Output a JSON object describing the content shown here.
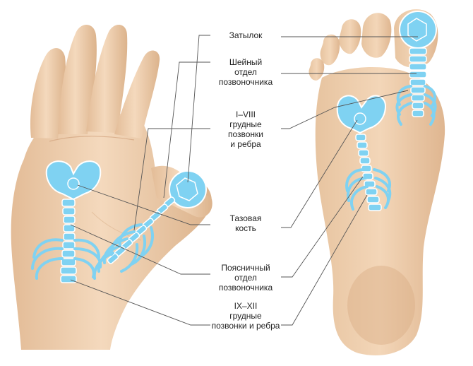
{
  "colors": {
    "skin": "#f1d3b4",
    "skin_shadow": "#dbb28b",
    "skin_dark": "#c8966c",
    "bone": "#7fd2f2",
    "bone_outline": "#ffffff",
    "leader": "#555555",
    "text": "#222222"
  },
  "labels": {
    "occiput": "Затылок",
    "cervical_1": "Шейный",
    "cervical_2": "отдел",
    "cervical_3": "позвоночника",
    "thoracic_upper_1": "I–VIII",
    "thoracic_upper_2": "грудные",
    "thoracic_upper_3": "позвонки",
    "thoracic_upper_4": "и ребра",
    "pelvis_1": "Тазовая",
    "pelvis_2": "кость",
    "lumbar_1": "Поясничный",
    "lumbar_2": "отдел",
    "lumbar_3": "позвоночника",
    "thoracic_lower_1": "IX–XII",
    "thoracic_lower_2": "грудные",
    "thoracic_lower_3": "позвонки и ребра"
  }
}
